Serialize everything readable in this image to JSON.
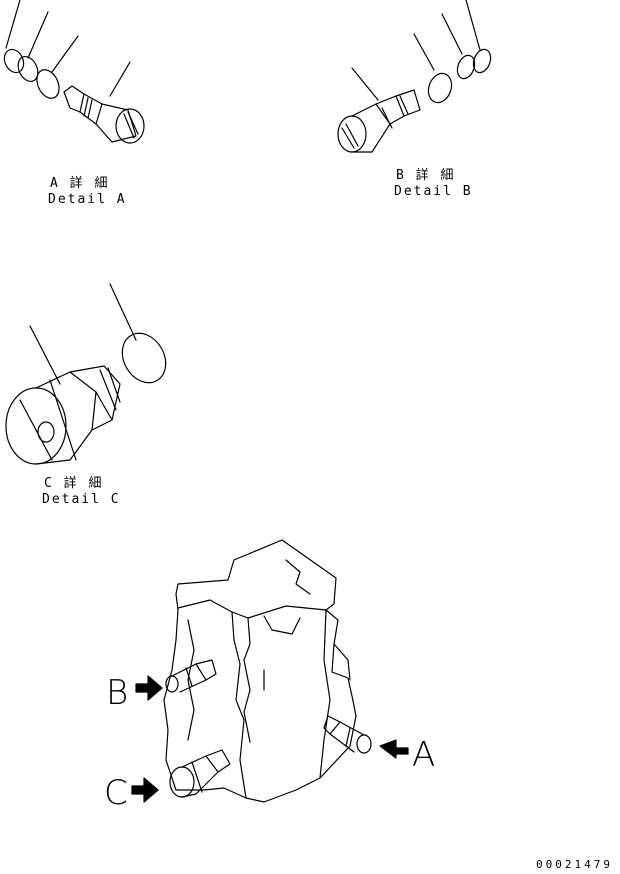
{
  "details": {
    "a": {
      "jp": "A 詳 細",
      "en": "Detail A"
    },
    "b": {
      "jp": "B 詳 細",
      "en": "Detail B"
    },
    "c": {
      "jp": "C 詳 細",
      "en": "Detail C"
    }
  },
  "callouts": {
    "a": "A",
    "b": "B",
    "c": "C"
  },
  "drawing_number": "00021479"
}
